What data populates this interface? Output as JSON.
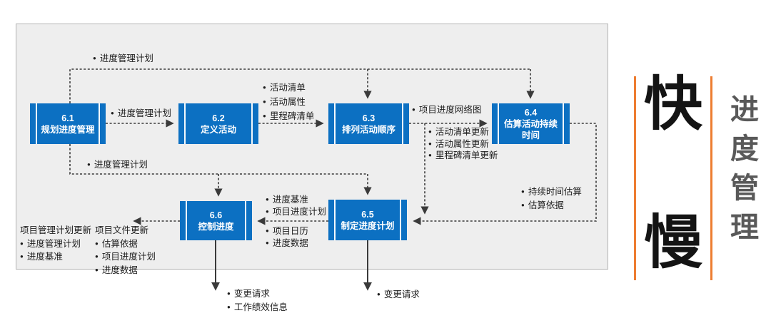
{
  "boxes": [
    {
      "id": "6.1",
      "name": "规划进度管理"
    },
    {
      "id": "6.2",
      "name": "定义活动"
    },
    {
      "id": "6.3",
      "name": "排列活动顺序"
    },
    {
      "id": "6.4",
      "name": "估算活动持续时间"
    },
    {
      "id": "6.5",
      "name": "制定进度计划"
    },
    {
      "id": "6.6",
      "name": "控制进度"
    }
  ],
  "labels": {
    "schedule_plan_top": {
      "items": [
        "进度管理计划"
      ]
    },
    "schedule_plan_mid": {
      "items": [
        "进度管理计划"
      ]
    },
    "activity_outputs": {
      "items": [
        "活动清单",
        "活动属性",
        "里程碑清单"
      ]
    },
    "network_diagram": {
      "items": [
        "项目进度网络图"
      ]
    },
    "updates_after_63": {
      "items": [
        "活动清单更新",
        "活动属性更新",
        "里程碑清单更新"
      ]
    },
    "duration_outputs": {
      "items": [
        "持续时间估算",
        "估算依据"
      ]
    },
    "schedule_plan_bottom": {
      "items": [
        "进度管理计划"
      ]
    },
    "inputs_to_66_above": {
      "items": [
        "进度基准",
        "项目进度计划"
      ]
    },
    "inputs_to_66_below": {
      "items": [
        "项目日历",
        "进度数据"
      ]
    },
    "pm_plan_updates": {
      "header": "项目管理计划更新",
      "items": [
        "进度管理计划",
        "进度基准"
      ]
    },
    "doc_updates": {
      "header": "项目文件更新",
      "items": [
        "估算依据",
        "项目进度计划",
        "进度数据"
      ]
    },
    "outputs_66": {
      "items": [
        "变更请求",
        "工作绩效信息"
      ]
    },
    "outputs_65": {
      "items": [
        "变更请求"
      ]
    }
  },
  "side": {
    "fast_char": "快",
    "slow_char": "慢",
    "vertical_title": "进度管理"
  },
  "colors": {
    "process_blue": "#0c70c2",
    "accent_orange": "#ed7d31",
    "connector_dark": "#3a3a3a",
    "panel_bg": "#eeeeee",
    "panel_border": "#b3b3b3",
    "side_title_gray": "#595959"
  }
}
